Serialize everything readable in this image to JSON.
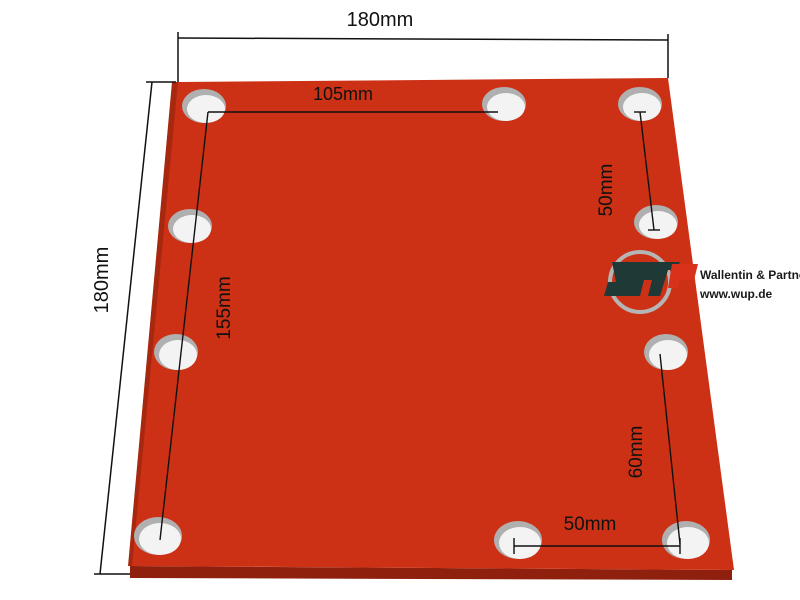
{
  "photo": {
    "subject": "plate",
    "plate_color": "#cc3115",
    "plate_edge_color": "#9e2410",
    "hole_color": "#f1f1f1"
  },
  "dimensions": {
    "top_width": "180mm",
    "left_height": "180mm",
    "top_hole_spacing": "105mm",
    "left_hole_spacing": "155mm",
    "right_upper_spacing": "50mm",
    "right_lower_spacing": "60mm",
    "bottom_hole_spacing": "50mm"
  },
  "brand": {
    "logo_text": "WP",
    "name": "Wallentin & Partner",
    "url": "www.wup.de",
    "logo_colors": {
      "dark": "#1f3a36",
      "accent": "#d9321a",
      "ring": "#b5b5b5"
    }
  }
}
